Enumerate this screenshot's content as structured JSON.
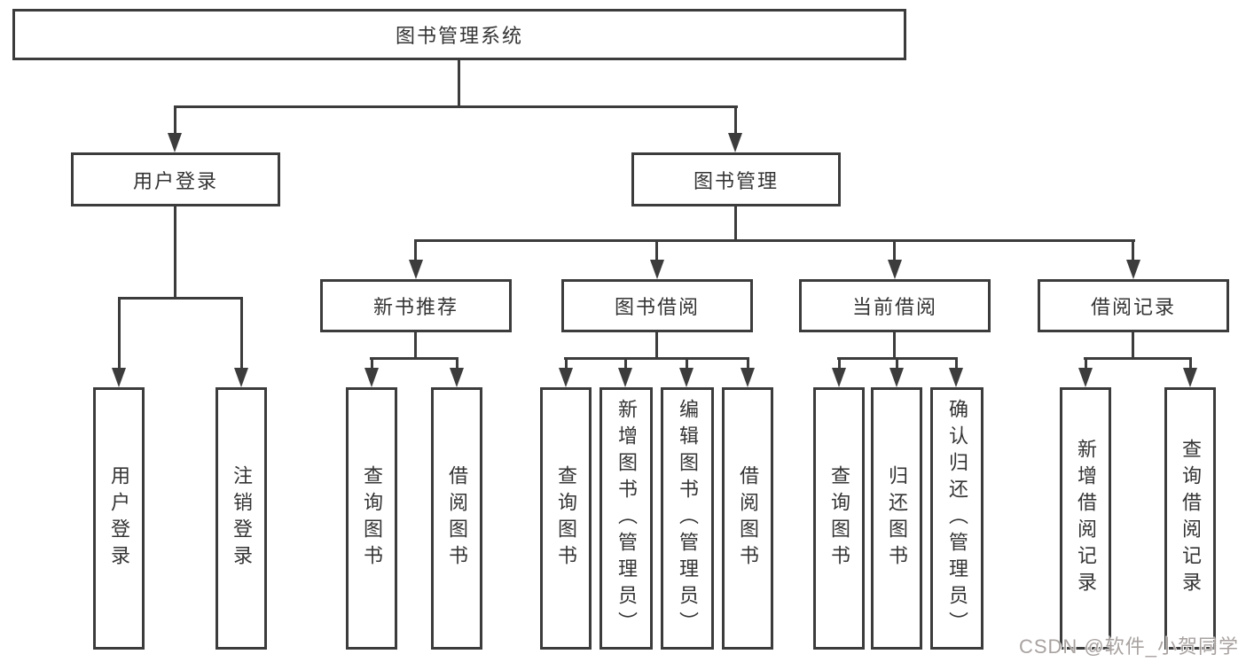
{
  "diagram": {
    "root": {
      "label": "图书管理系统"
    },
    "level2": [
      {
        "label": "用户登录"
      },
      {
        "label": "图书管理"
      }
    ],
    "level3": [
      {
        "label": "新书推荐"
      },
      {
        "label": "图书借阅"
      },
      {
        "label": "当前借阅"
      },
      {
        "label": "借阅记录"
      }
    ],
    "leaves": {
      "user_login": [
        "用户登录",
        "注销登录"
      ],
      "new_book": [
        "查询图书",
        "借阅图书"
      ],
      "borrow": [
        "查询图书",
        "新增图书（管理员）",
        "编辑图书（管理员）",
        "借阅图书"
      ],
      "current": [
        "查询图书",
        "归还图书",
        "确认归还（管理员）"
      ],
      "records": [
        "新增借阅记录",
        "查询借阅记录"
      ]
    },
    "colors": {
      "line": "#3c3c3c",
      "text": "#343434",
      "background": "#ffffff",
      "watermark": "#9e9896"
    },
    "watermark": "CSDN @软件_小贺同学"
  }
}
